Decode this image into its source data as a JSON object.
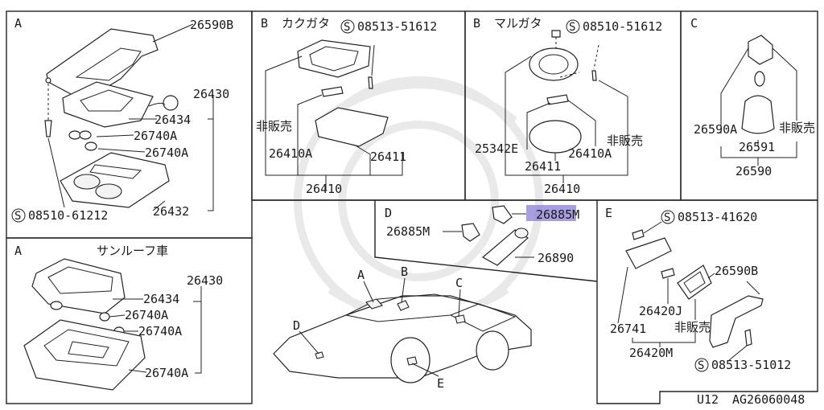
{
  "panels": {
    "a": {
      "tag": "A",
      "labels": {
        "p26590b": "26590B",
        "p26430": "26430",
        "p26434": "26434",
        "p26740a_1": "26740A",
        "p26740a_2": "26740A",
        "screw": "08510-61212",
        "p26432": "26432"
      }
    },
    "a_sunroof": {
      "tag": "A",
      "title": "サンルーフ車",
      "labels": {
        "p26430": "26430",
        "p26434": "26434",
        "p26740a_1": "26740A",
        "p26740a_2": "26740A",
        "p26740a_3": "26740A"
      }
    },
    "b_square": {
      "tag": "B",
      "title": "カクガタ",
      "labels": {
        "screw": "08513-51612",
        "not_for_sale": "非販売",
        "p26410a": "26410A",
        "p26411": "26411",
        "p26410": "26410"
      }
    },
    "b_round": {
      "tag": "B",
      "title": "マルガタ",
      "labels": {
        "screw": "08510-51612",
        "not_for_sale": "非販売",
        "p25342e": "25342E",
        "p26410a": "26410A",
        "p26411": "26411",
        "p26410": "26410"
      }
    },
    "c": {
      "tag": "C",
      "labels": {
        "p26590a": "26590A",
        "not_for_sale": "非販売",
        "p26591": "26591",
        "p26590": "26590"
      }
    },
    "d": {
      "tag": "D",
      "labels": {
        "p26885m_top": "26885M",
        "p26885m_left": "26885M",
        "p26890": "26890"
      }
    },
    "e": {
      "tag": "E",
      "labels": {
        "screw_top": "08513-41620",
        "p26590b": "26590B",
        "p26420j": "26420J",
        "p26741": "26741",
        "not_for_sale": "非販売",
        "p26420m": "26420M",
        "screw_bottom": "08513-51012"
      }
    }
  },
  "car_callouts": {
    "a": "A",
    "b": "B",
    "c": "C",
    "d": "D",
    "e": "E"
  },
  "screw_symbol": "S",
  "footer": {
    "code_left": "U12",
    "code_right": "AG26060048"
  },
  "colors": {
    "line": "#222222",
    "highlight": "#8a7fd8",
    "watermark": "#e9e9e9"
  }
}
